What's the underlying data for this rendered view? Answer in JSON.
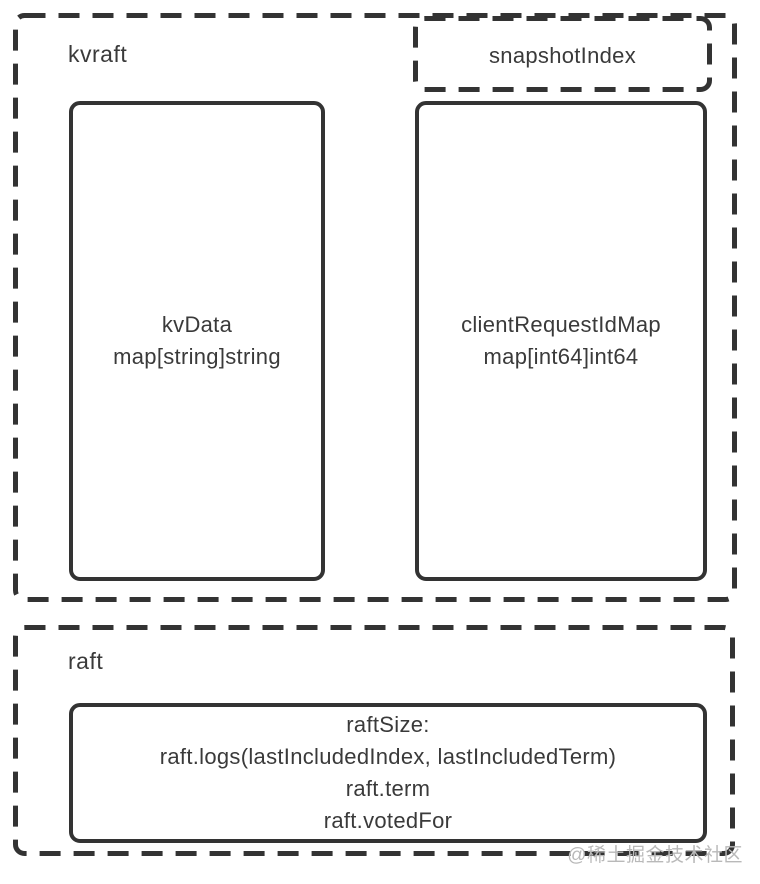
{
  "diagram": {
    "kvraft": {
      "label": "kvraft",
      "snapshot_index": {
        "label": "snapshotIndex"
      },
      "kv_data": {
        "lines": [
          "kvData",
          "map[string]string"
        ]
      },
      "client_request_id_map": {
        "lines": [
          "clientRequestIdMap",
          "map[int64]int64"
        ]
      }
    },
    "raft": {
      "label": "raft",
      "raft_size": {
        "lines": [
          "raftSize:",
          "raft.logs(lastIncludedIndex, lastIncludedTerm)",
          "raft.term",
          "raft.votedFor"
        ]
      }
    }
  },
  "watermark": {
    "text": "@稀土掘金技术社区"
  },
  "colors": {
    "border": "#333333",
    "text": "#3a3a3a",
    "watermark": "#b9b9b9",
    "background": "#ffffff"
  }
}
